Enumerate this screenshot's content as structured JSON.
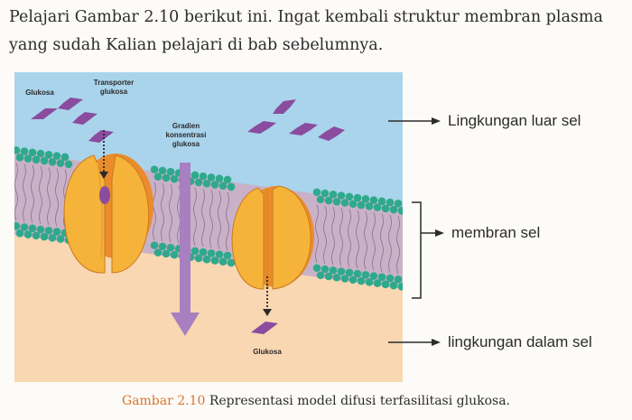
{
  "intro": {
    "text": "Pelajari Gambar 2.10 berikut ini. Ingat kembali struktur membran plasma yang sudah Kalian pelajari di bab sebelumnya."
  },
  "figure": {
    "labels": {
      "glucose_top": "Glukosa",
      "transporter": "Transporter glukosa",
      "gradient": "Gradien konsentrasi glukosa",
      "glucose_bottom": "Glukosa"
    },
    "side_labels": {
      "outside": "Lingkungan luar sel",
      "membrane": "membran sel",
      "inside": "lingkungan dalam sel"
    },
    "colors": {
      "outside": "#a9d4ec",
      "inside": "#f9d7b2",
      "lipid_head": "#2fa98b",
      "lipid_tail": "#c9b1c8",
      "protein": "#f6b33a",
      "protein_dark": "#ea8c2c",
      "glucose": "#8a4c9f",
      "gradient_arrow": "#a87fbf"
    }
  },
  "caption": {
    "number": "Gambar 2.10",
    "text": " Representasi model difusi terfasilitasi glukosa."
  }
}
